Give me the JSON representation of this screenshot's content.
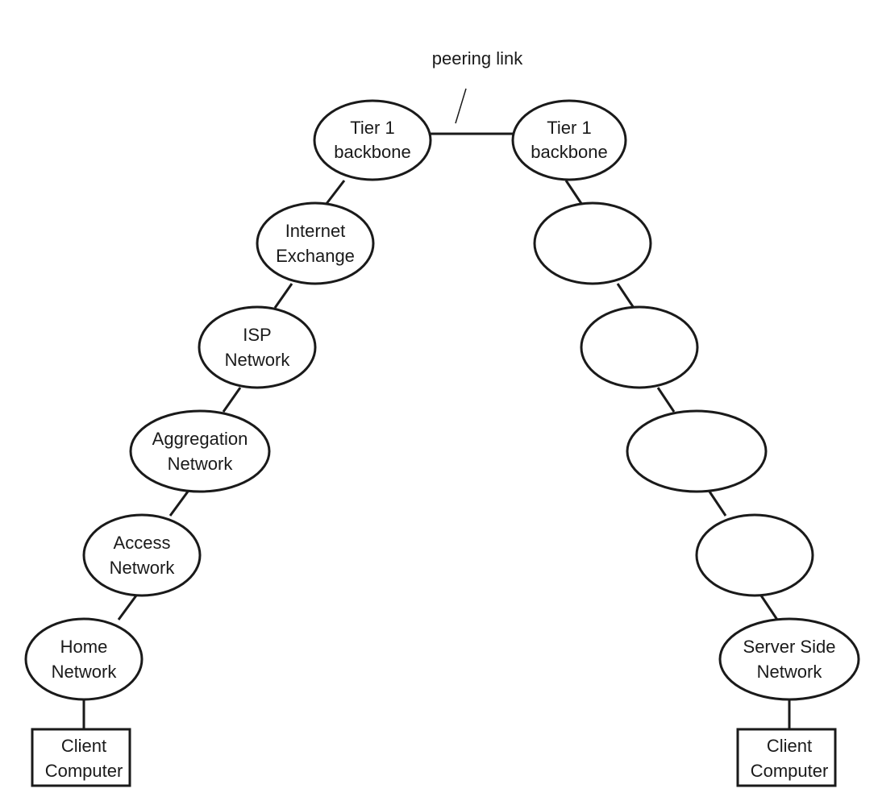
{
  "annotation": {
    "peering_link": "peering link"
  },
  "left_chain": [
    {
      "id": "tier1-left",
      "lines": [
        "Tier 1",
        "backbone"
      ]
    },
    {
      "id": "internet-exchange",
      "lines": [
        "Internet",
        "Exchange"
      ]
    },
    {
      "id": "isp-network",
      "lines": [
        "ISP",
        "Network"
      ]
    },
    {
      "id": "aggregation-network",
      "lines": [
        "Aggregation",
        "Network"
      ]
    },
    {
      "id": "access-network",
      "lines": [
        "Access",
        "Network"
      ]
    },
    {
      "id": "home-network",
      "lines": [
        "Home",
        "Network"
      ]
    },
    {
      "id": "client-computer-left",
      "lines": [
        "Client",
        "Computer"
      ]
    }
  ],
  "right_chain": [
    {
      "id": "tier1-right",
      "lines": [
        "Tier 1",
        "backbone"
      ]
    },
    {
      "id": "blank-node-1",
      "lines": []
    },
    {
      "id": "blank-node-2",
      "lines": []
    },
    {
      "id": "blank-node-3",
      "lines": []
    },
    {
      "id": "blank-node-4",
      "lines": []
    },
    {
      "id": "server-side-network",
      "lines": [
        "Server Side",
        "Network"
      ]
    },
    {
      "id": "client-computer-right",
      "lines": [
        "Client",
        "Computer"
      ]
    }
  ]
}
